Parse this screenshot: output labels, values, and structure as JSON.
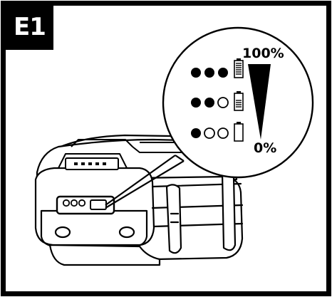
{
  "figure": {
    "label": "E1",
    "scale_top": "100%",
    "scale_bottom": "0%",
    "led_states": [
      {
        "filled": 3,
        "empty": 0,
        "battery_fill": 1.0
      },
      {
        "filled": 2,
        "empty": 1,
        "battery_fill": 0.66
      },
      {
        "filled": 1,
        "empty": 2,
        "battery_fill": 0.0
      }
    ]
  }
}
